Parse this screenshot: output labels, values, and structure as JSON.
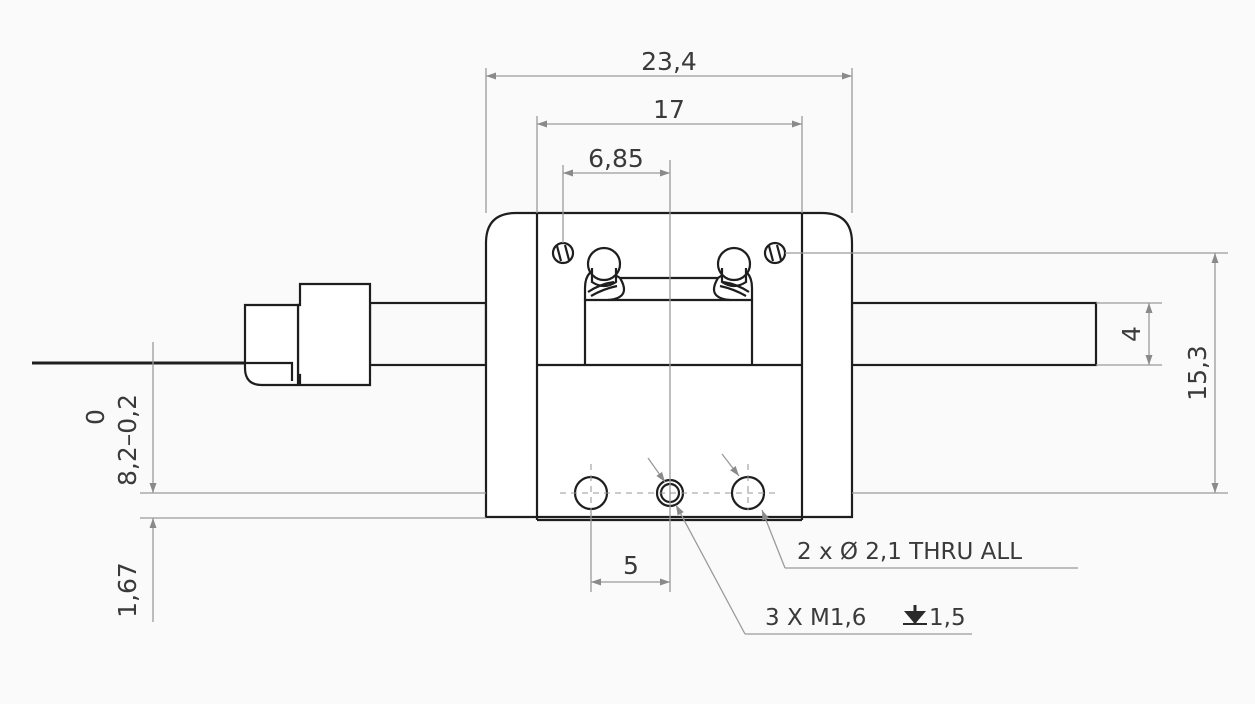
{
  "dimensions": {
    "overall_width": "23,4",
    "inner_width": "17",
    "screw_offset": "6,85",
    "height_right": "15,3",
    "rod_height": "4",
    "tol_upper": "0",
    "tol_nominal": "8,2–0,2",
    "bottom_offset": "1,67",
    "hole_spacing": "5"
  },
  "notes": {
    "thru_holes": "2 x Ø 2,1 THRU ALL",
    "threaded_holes": "3 X M1,6",
    "thread_depth": "1,5"
  },
  "colors": {
    "line": "#1e1e1e",
    "dimension": "#9a9a9a",
    "background": "#fafafa"
  }
}
